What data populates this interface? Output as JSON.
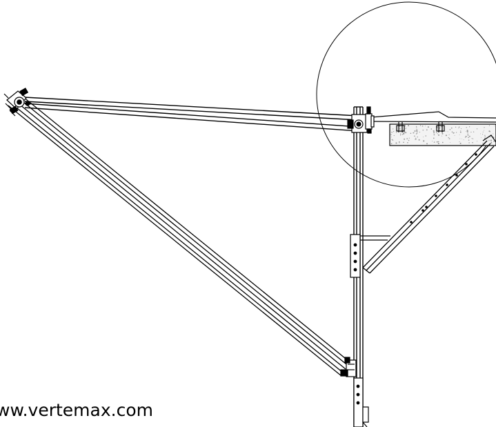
{
  "watermark": {
    "text": "ww.vertemax.com"
  },
  "colors": {
    "line": "#000000",
    "background": "#ffffff",
    "slab_fill": "#f3f3f3",
    "slab_speckle": "#9a9a9a"
  },
  "parts": {
    "detail_circle": "detail-callout",
    "top_tie_bar": "tie-bar",
    "diagonal_boom": "diagonal-boom",
    "vertical_mast": "vertical-mast",
    "lower_brace": "lower-brace",
    "concrete_slab": "concrete-slab"
  }
}
